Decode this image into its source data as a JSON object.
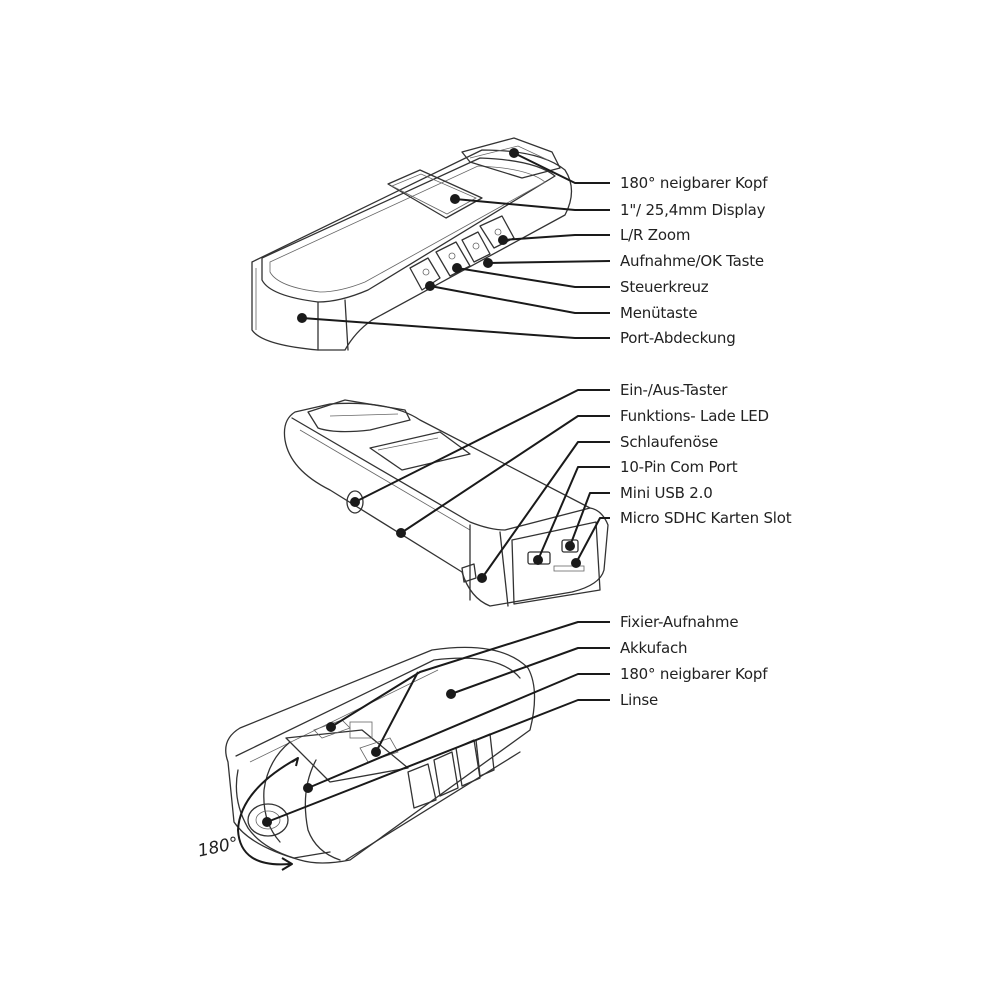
{
  "diagram": {
    "type": "labeled-product-illustration",
    "subject": "camera device exploded views",
    "views": [
      {
        "id": "top-view",
        "labels": [
          "180° neigbarer Kopf",
          "1\"/ 25,4mm Display",
          "L/R Zoom",
          "Aufnahme/OK Taste",
          "Steuerkreuz",
          "Menütaste",
          "Port-Abdeckung"
        ]
      },
      {
        "id": "back-view",
        "labels": [
          "Ein-/Aus-Taster",
          "Funktions- Lade LED",
          "Schlaufenöse",
          "10-Pin Com Port",
          "Mini USB 2.0",
          "Micro SDHC Karten Slot"
        ]
      },
      {
        "id": "front-view",
        "labels": [
          "Fixier-Aufnahme",
          "Akkufach",
          "180° neigbarer Kopf",
          "Linse"
        ],
        "rotation_annotation": "180°"
      }
    ],
    "colors": {
      "background": "#ffffff",
      "line": "#1a1a1a",
      "text": "#222222"
    }
  }
}
